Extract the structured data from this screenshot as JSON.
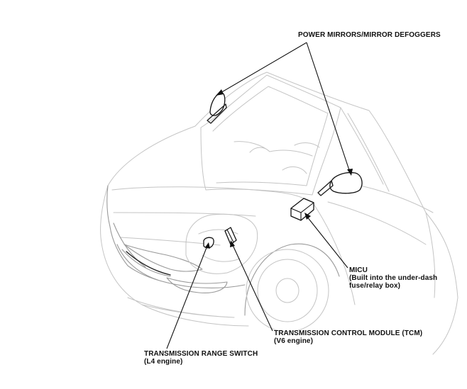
{
  "labels": {
    "power_mirrors": "POWER MIRRORS/MIRROR DEFOGGERS",
    "micu": [
      "MICU",
      "(Built into the under-dash",
      "fuse/relay box)"
    ],
    "tcm": [
      "TRANSMISSION CONTROL MODULE (TCM)",
      "(V6 engine)"
    ],
    "range_switch": [
      "TRANSMISSION RANGE SWITCH",
      "(L4 engine)"
    ]
  }
}
